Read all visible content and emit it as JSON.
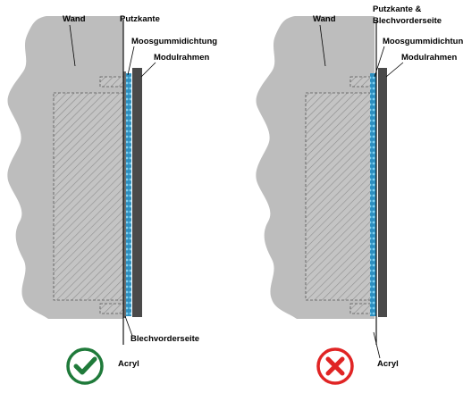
{
  "left_panel": {
    "labels": {
      "wall": "Wand",
      "plaster_edge": "Putzkante",
      "foam_rubber_seal": "Moosgummidichtung",
      "module_frame": "Modulrahmen",
      "sheet_front": "Blechvorderseite",
      "acrylic": "Acryl"
    },
    "verdict": "correct",
    "verdict_icon": "check-icon",
    "verdict_color": "#1f7a3a"
  },
  "right_panel": {
    "labels": {
      "wall": "Wand",
      "plaster_edge_line1": "Putzkante &",
      "plaster_edge_line2": "Blechvorderseite",
      "foam_rubber_seal": "Moosgummidichtung",
      "module_frame": "Modulrahmen",
      "acrylic": "Acryl"
    },
    "verdict": "incorrect",
    "verdict_icon": "cross-icon",
    "verdict_color": "#e02424"
  },
  "colors": {
    "wall": "#bdbdbd",
    "frame": "#4a4a4a",
    "seal": "#3aa6d6"
  }
}
